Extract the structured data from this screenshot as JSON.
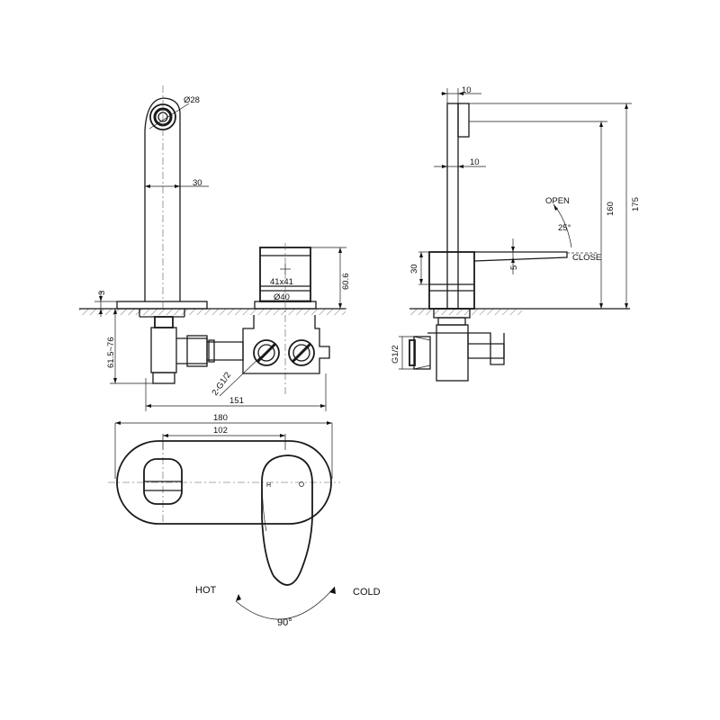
{
  "dimensions": {
    "diameter_spout": "Ø28",
    "spout_width": "30",
    "plate_thickness": "3",
    "body_size": "41x41",
    "body_diameter": "Ø40",
    "height_body": "60.6",
    "depth_range": "61.5~76",
    "inlet_thread": "2-G1/2",
    "overall_width_side": "151",
    "handle_width_top": "10",
    "spout_width_side": "10",
    "height_spout": "160",
    "height_total": "175",
    "body_height_side": "30",
    "handle_thickness": "5",
    "inlet_side": "G1/2",
    "plate_length": "180",
    "center_distance": "102",
    "lever_angle": "25°",
    "rotation_angle": "90°"
  },
  "labels": {
    "open": "OPEN",
    "close": "CLOSE",
    "hot": "HOT",
    "cold": "COLD",
    "h_mark": "H",
    "c_mark": "C"
  }
}
